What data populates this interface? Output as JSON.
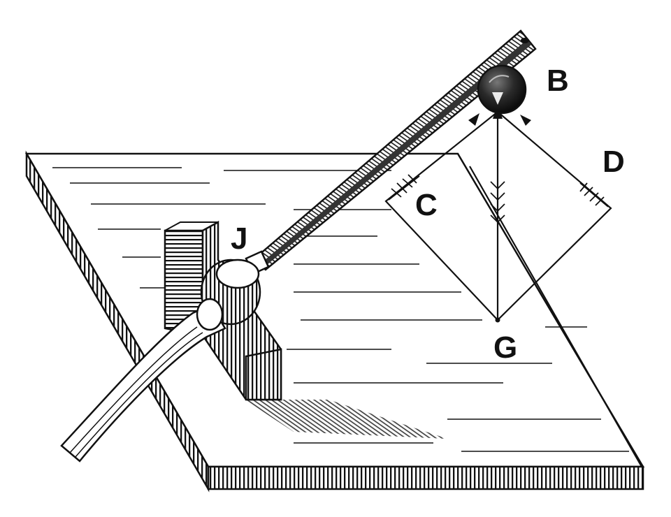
{
  "figure": {
    "labels": {
      "b": "B",
      "c": "C",
      "d": "D",
      "g": "G",
      "j": "J"
    },
    "ink_color": "#111111",
    "paper_color": "#ffffff"
  }
}
